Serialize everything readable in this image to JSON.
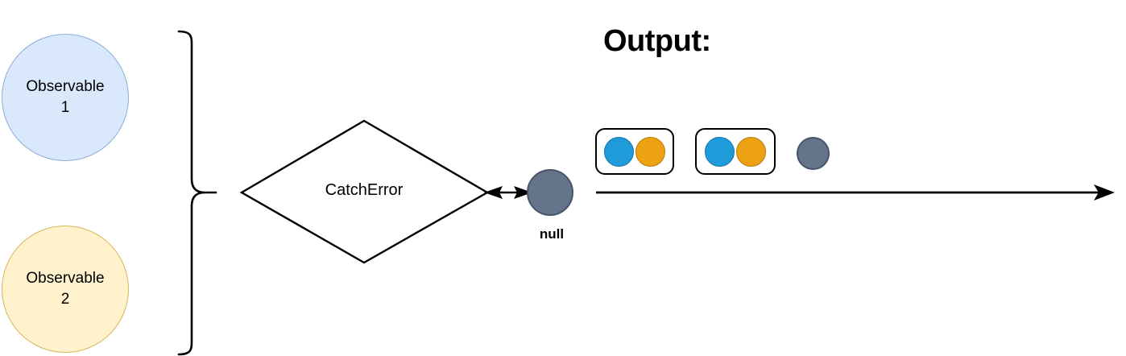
{
  "diagram": {
    "type": "rxjs-marble-diagram",
    "title": "Output:",
    "sources": [
      {
        "label_line1": "Observable",
        "label_line2": "1",
        "fill": "#dae8fc",
        "stroke": "#8badd6"
      },
      {
        "label_line1": "Observable",
        "label_line2": "2",
        "fill": "#fff2cc",
        "stroke": "#d6b656"
      }
    ],
    "operator": {
      "name": "CatchError",
      "shape": "diamond"
    },
    "fallback": {
      "label": "null",
      "color": "#64748b"
    },
    "timeline": {
      "emissions": [
        {
          "kind": "group",
          "items": [
            "blue",
            "orange"
          ]
        },
        {
          "kind": "group",
          "items": [
            "blue",
            "orange"
          ]
        },
        {
          "kind": "single",
          "items": [
            "slate"
          ]
        }
      ]
    },
    "colors": {
      "blue": "#1f9bda",
      "orange": "#eda211",
      "slate": "#64748b",
      "line": "#000000"
    }
  }
}
